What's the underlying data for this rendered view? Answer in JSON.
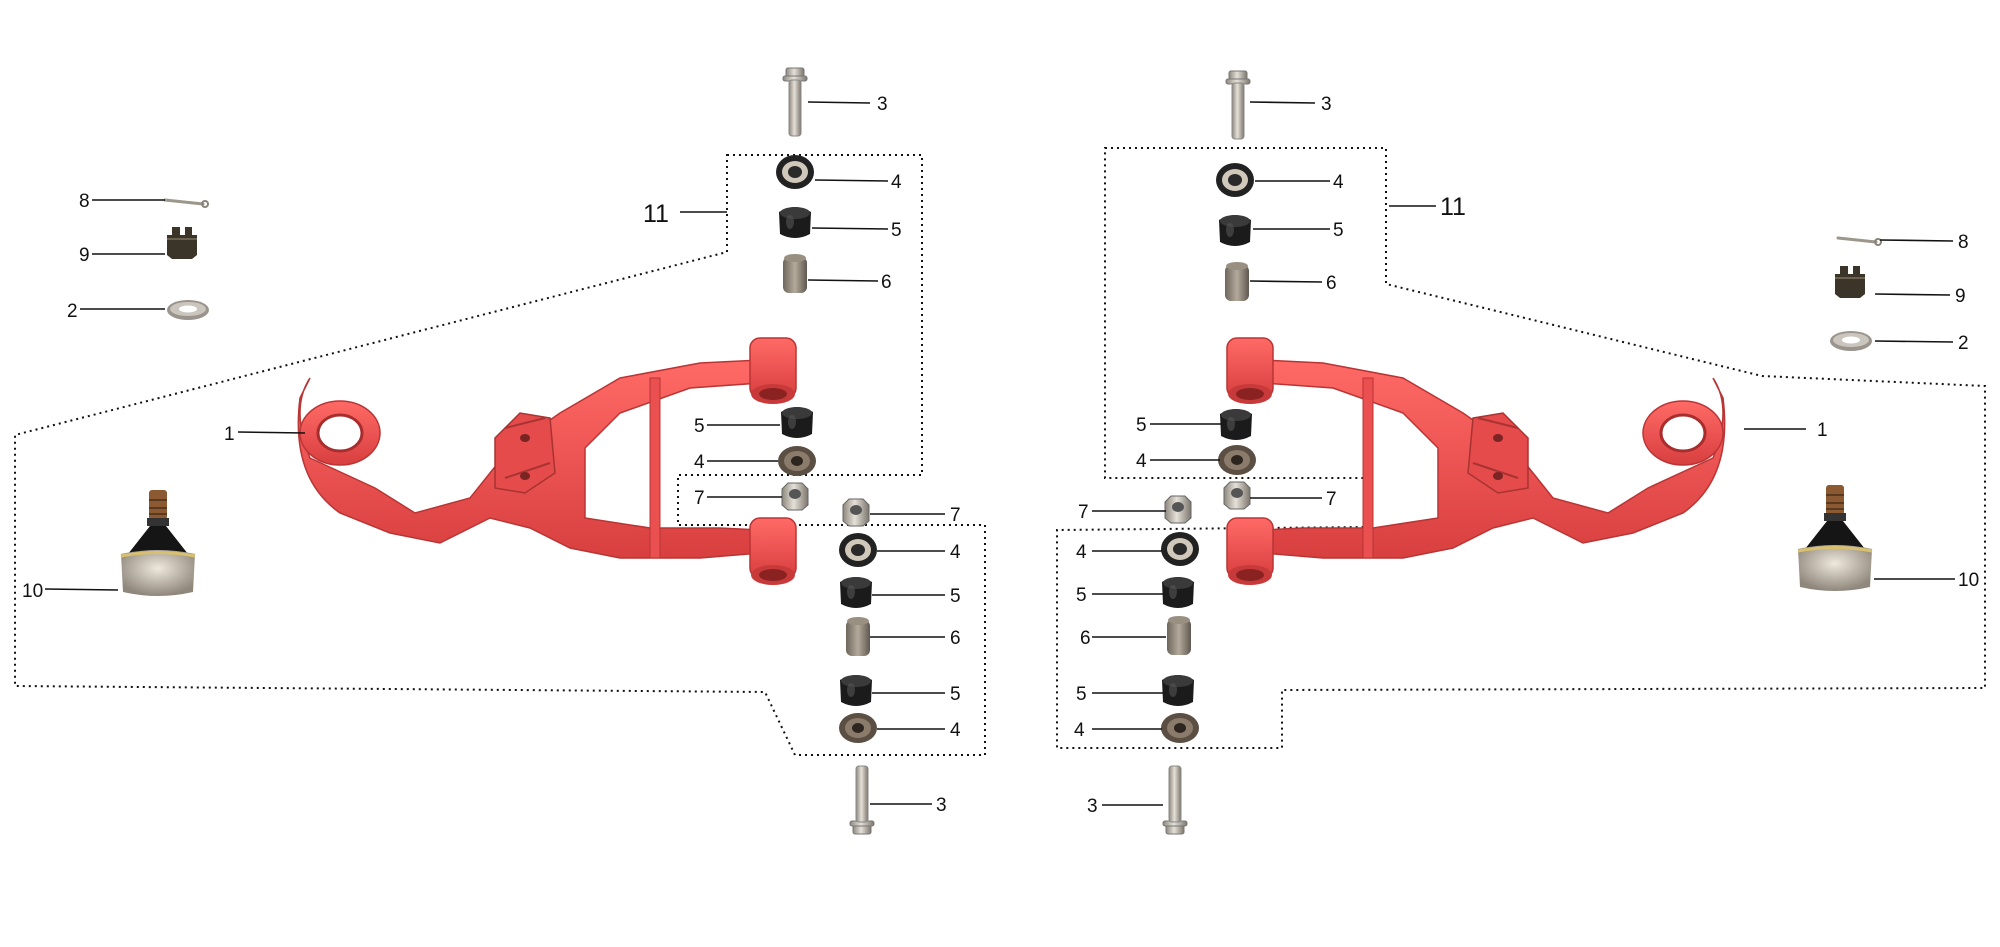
{
  "labels": {
    "arm": "1",
    "washer": "2",
    "bolt": "3",
    "bushing_cap": "4",
    "bushing": "5",
    "sleeve": "6",
    "nut": "7",
    "cotter_pin": "8",
    "castle_nut": "9",
    "ball_joint": "10",
    "assembly": "11"
  },
  "colors": {
    "arm": "#f0504f",
    "arm_shade": "#c83a3a",
    "rubber": "#1b1b1b",
    "metal": "#b7b1a6",
    "sleeve": "#8a8176",
    "line": "#111111"
  },
  "icons": {
    "bolt": "bolt-icon",
    "bushing_cap": "washer-ring-icon",
    "bushing": "rubber-bushing-icon",
    "sleeve": "sleeve-icon",
    "nut": "nut-icon",
    "cotter_pin": "cotter-pin-icon",
    "castle_nut": "castle-nut-icon",
    "washer": "flat-washer-icon",
    "ball_joint": "ball-joint-icon",
    "arm": "a-arm-icon"
  }
}
